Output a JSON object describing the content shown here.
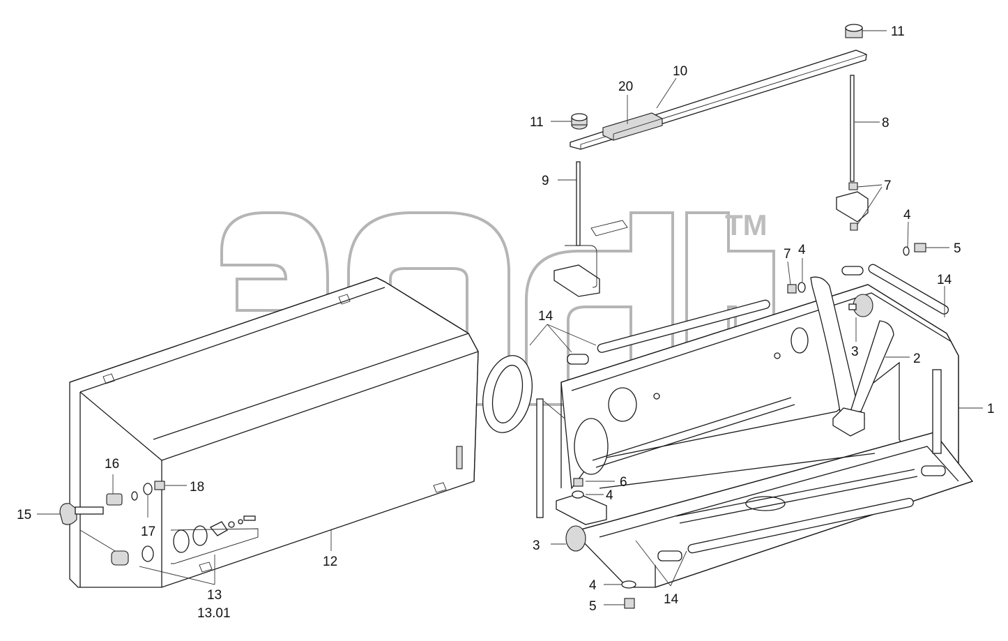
{
  "diagram": {
    "callouts": [
      {
        "id": "c1",
        "text": "1"
      },
      {
        "id": "c2",
        "text": "2"
      },
      {
        "id": "c3a",
        "text": "3"
      },
      {
        "id": "c3b",
        "text": "3"
      },
      {
        "id": "c4a",
        "text": "4"
      },
      {
        "id": "c4b",
        "text": "4"
      },
      {
        "id": "c4c",
        "text": "4"
      },
      {
        "id": "c4d",
        "text": "4"
      },
      {
        "id": "c5a",
        "text": "5"
      },
      {
        "id": "c5b",
        "text": "5"
      },
      {
        "id": "c6",
        "text": "6"
      },
      {
        "id": "c7a",
        "text": "7"
      },
      {
        "id": "c7b",
        "text": "7"
      },
      {
        "id": "c8",
        "text": "8"
      },
      {
        "id": "c9",
        "text": "9"
      },
      {
        "id": "c10",
        "text": "10"
      },
      {
        "id": "c11a",
        "text": "11"
      },
      {
        "id": "c11b",
        "text": "11"
      },
      {
        "id": "c12",
        "text": "12"
      },
      {
        "id": "c13",
        "text": "13"
      },
      {
        "id": "c1301",
        "text": "13.01"
      },
      {
        "id": "c14a",
        "text": "14"
      },
      {
        "id": "c14b",
        "text": "14"
      },
      {
        "id": "c14c",
        "text": "14"
      },
      {
        "id": "c15",
        "text": "15"
      },
      {
        "id": "c16",
        "text": "16"
      },
      {
        "id": "c17",
        "text": "17"
      },
      {
        "id": "c18",
        "text": "18"
      },
      {
        "id": "c20",
        "text": "20"
      }
    ]
  },
  "watermark": {
    "trademark": "TM"
  }
}
